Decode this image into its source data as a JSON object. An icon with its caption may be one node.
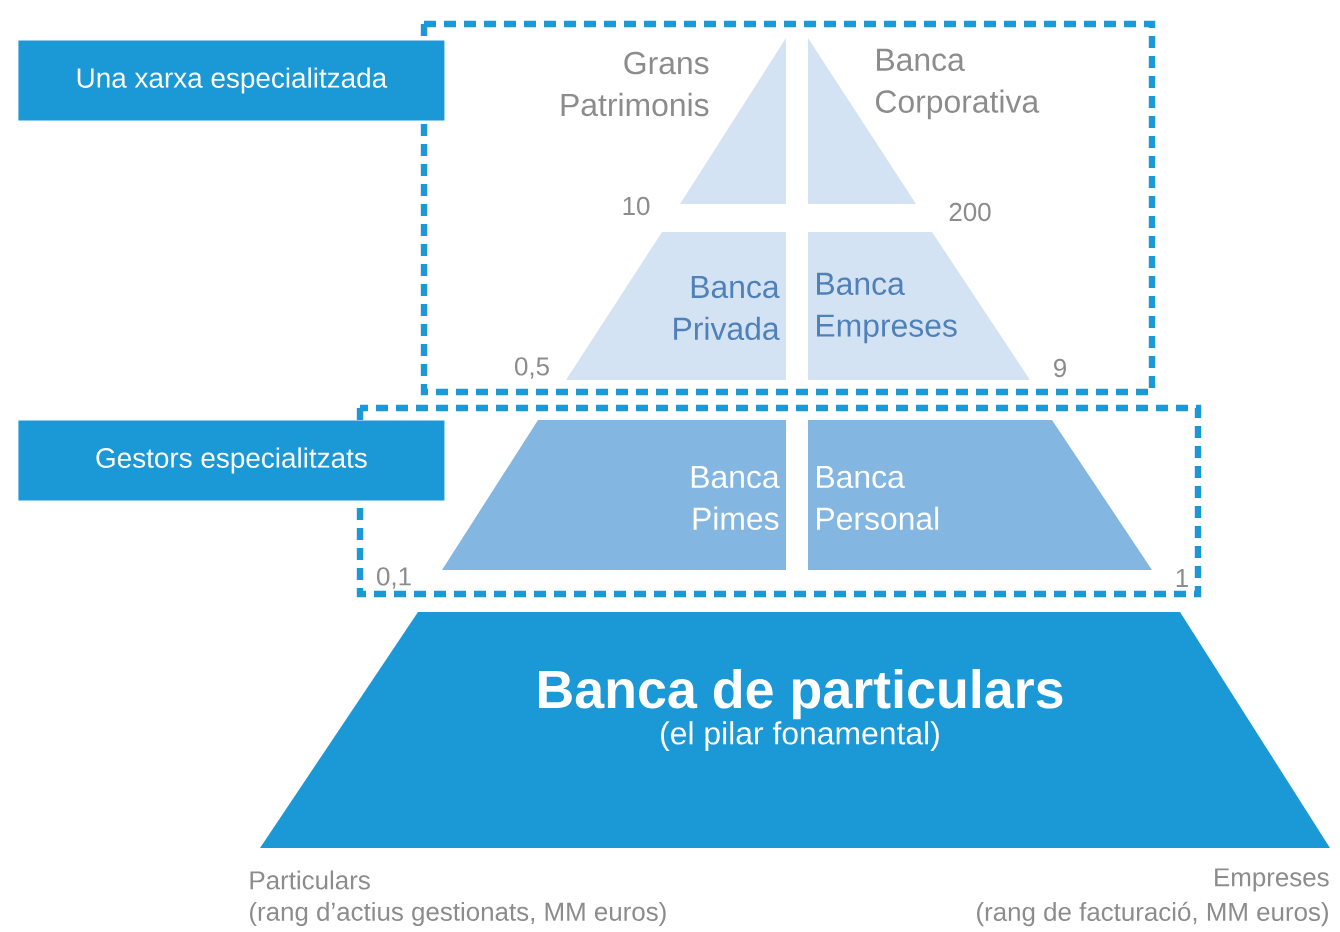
{
  "diagram": {
    "nodes": [
      {
        "text": [
          "Una xarxa especialitzada"
        ]
      },
      {
        "text": [
          "Grans Patrimonis"
        ]
      },
      {
        "text": [
          "Banca Corporativa"
        ]
      },
      {
        "text": [
          "Banca Privada"
        ]
      },
      {
        "text": [
          "Banca Empreses"
        ]
      },
      {
        "text": [
          "Gestors especialitzats"
        ]
      },
      {
        "text": [
          "Banca Pimes"
        ]
      },
      {
        "text": [
          "Banca Personal"
        ]
      },
      {
        "text": [
          "Banca de particulars",
          "(el pilar fonamental)"
        ]
      }
    ],
    "edges": [],
    "labels": [
      "10",
      "200",
      "0,5",
      "9",
      "0,1",
      "1",
      "Particulars",
      "Empreses",
      "(rang d’actius gestionats, MM euros)",
      "(rang de facturació, MM euros)"
    ]
  }
}
